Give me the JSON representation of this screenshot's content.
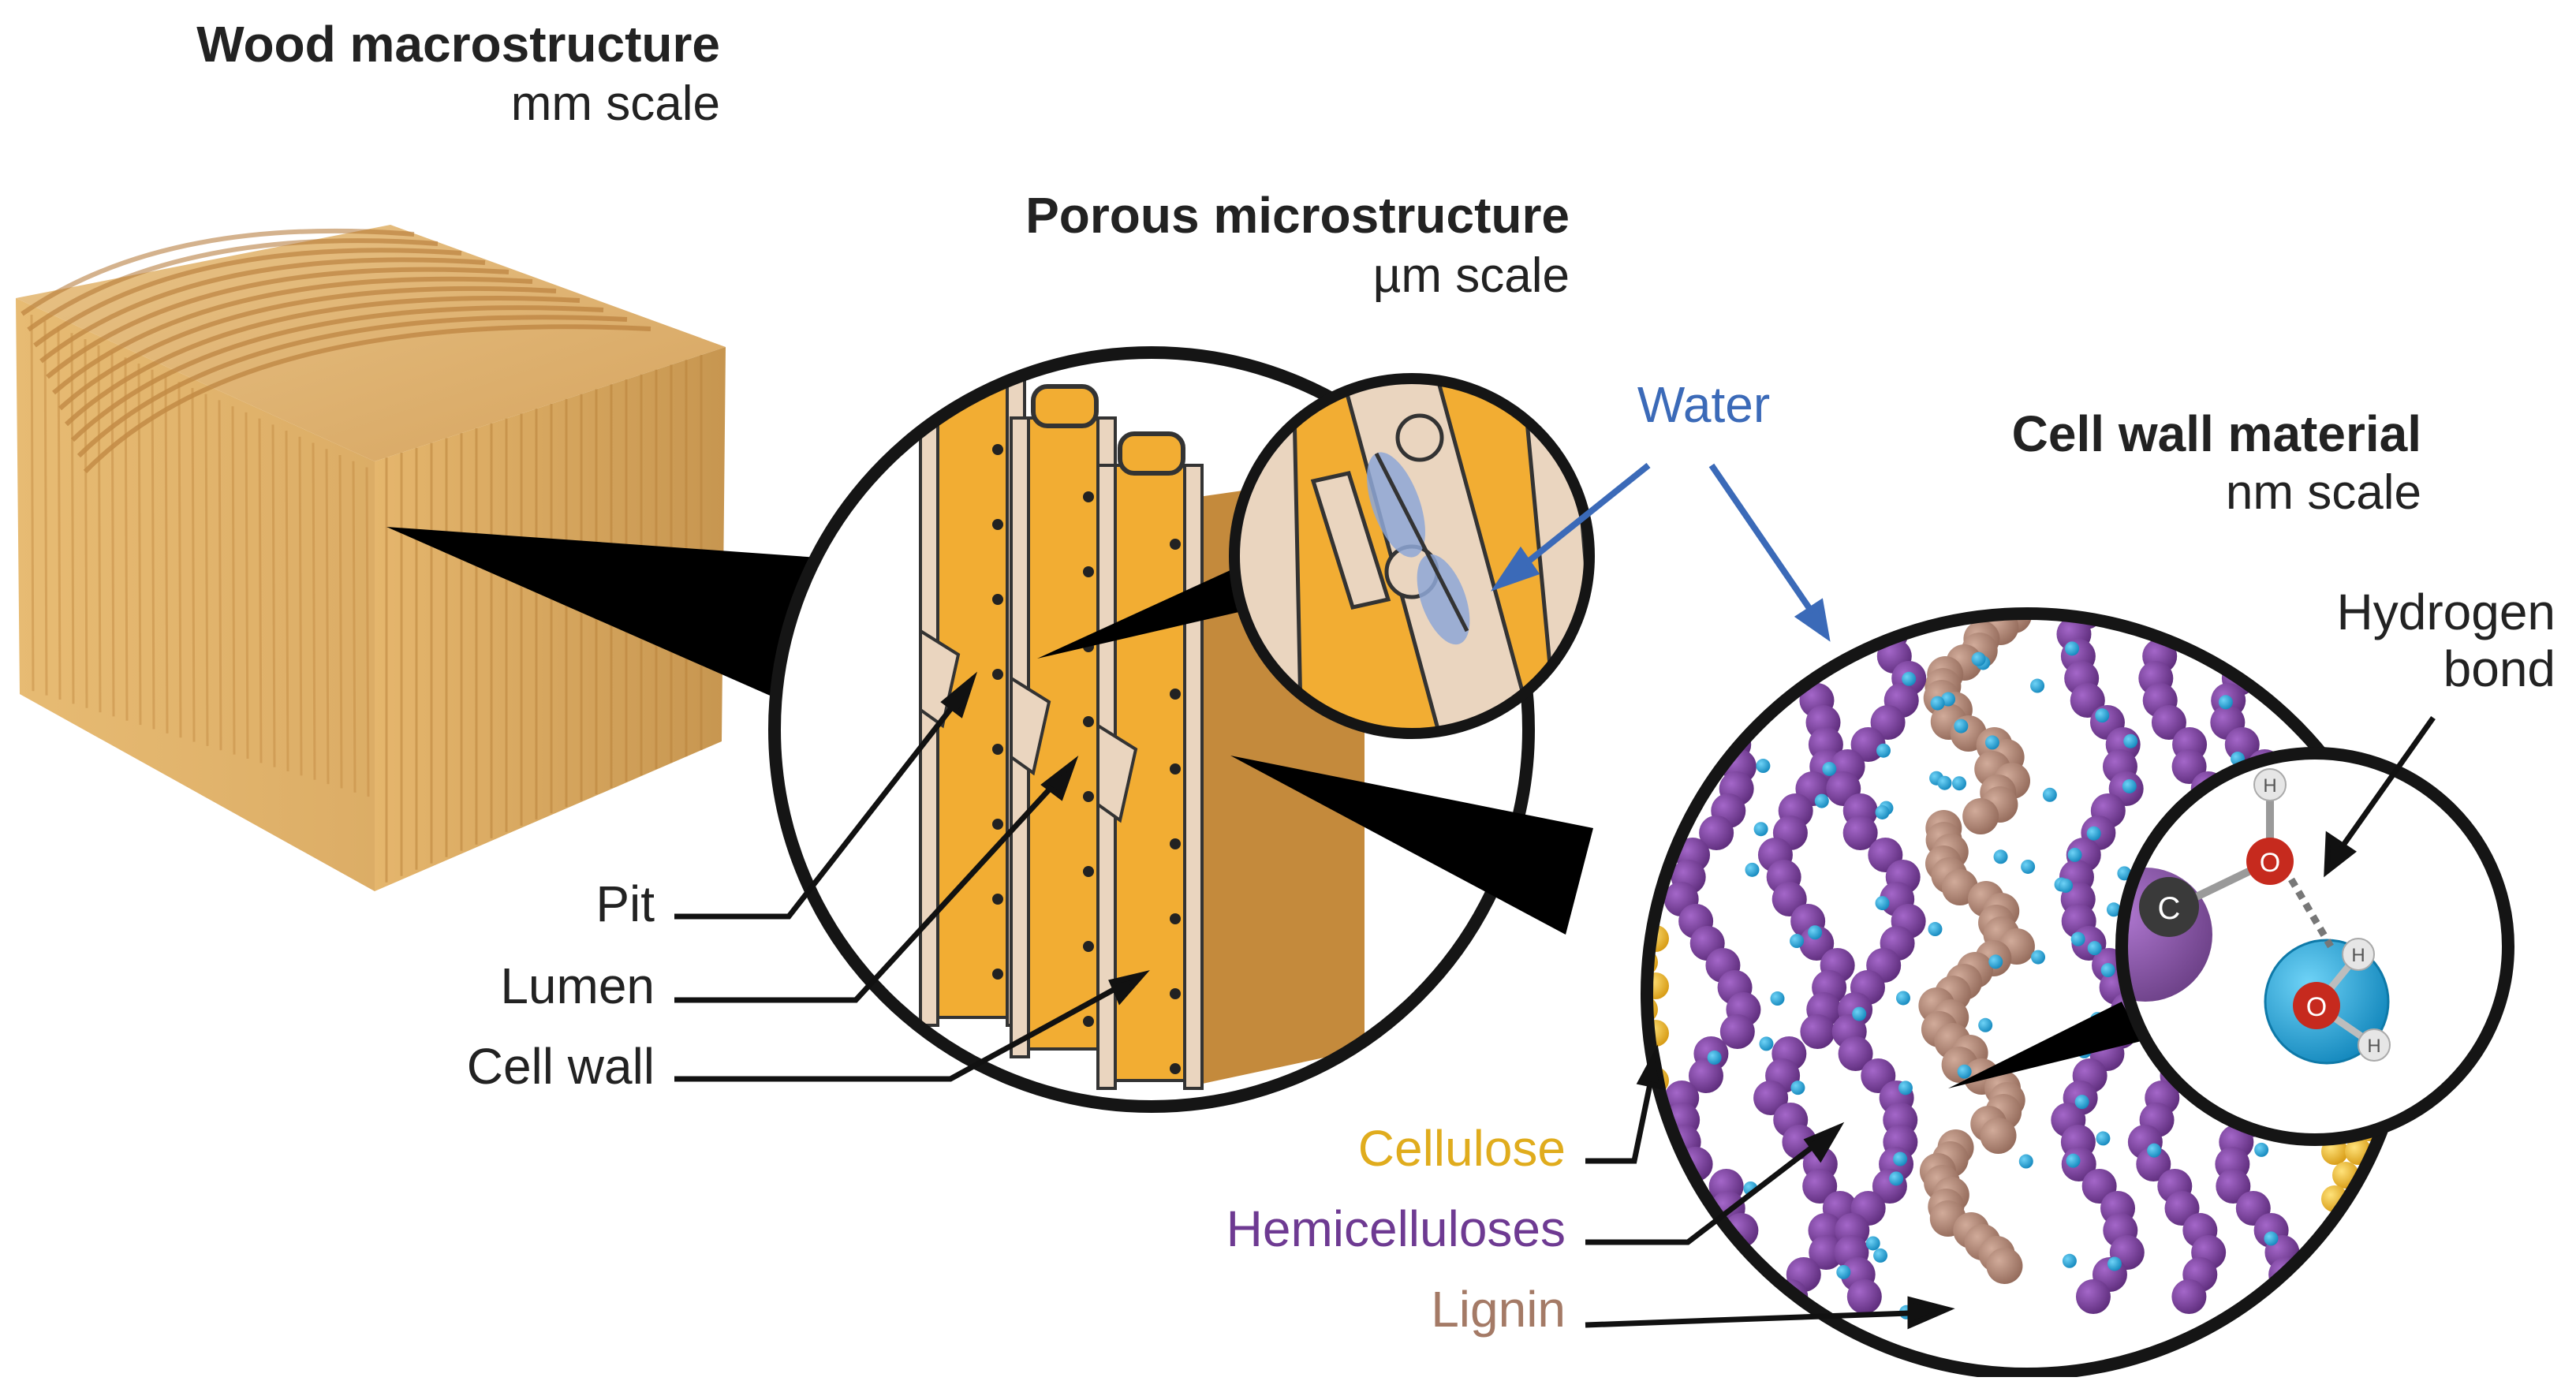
{
  "panels": {
    "macro": {
      "title": "Wood macrostructure",
      "scale": "mm scale"
    },
    "micro": {
      "title": "Porous microstructure",
      "scale": "µm scale"
    },
    "nano": {
      "title": "Cell wall material",
      "scale": "nm scale"
    }
  },
  "labels": {
    "water": "Water",
    "hbond_line1": "Hydrogen",
    "hbond_line2": "bond",
    "pit": "Pit",
    "lumen": "Lumen",
    "cell_wall": "Cell wall",
    "cellulose": "Cellulose",
    "hemicelluloses": "Hemicelluloses",
    "lignin": "Lignin"
  },
  "atoms": {
    "carbon": "C",
    "oxygen": "O",
    "hydrogen": "H"
  },
  "colors": {
    "cellulose": "#e8b527",
    "hemicelluloses": "#7b3f9e",
    "lignin": "#b48a78",
    "water": "#2c9fd0",
    "wood": "#e3b56d",
    "lumen": "#f2ad33",
    "water_label": "#3b6ab8"
  }
}
